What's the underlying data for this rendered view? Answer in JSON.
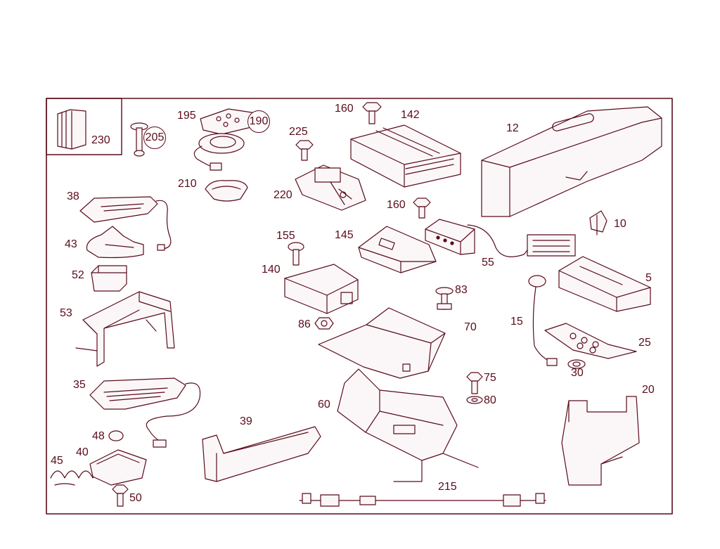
{
  "colors": {
    "line": "#5a0b1a",
    "background": "#ffffff"
  },
  "parts": [
    {
      "key": "p230",
      "number": "230",
      "circled": false
    },
    {
      "key": "p205",
      "number": "205",
      "circled": true
    },
    {
      "key": "p195",
      "number": "195",
      "circled": false
    },
    {
      "key": "p190",
      "number": "190",
      "circled": true
    },
    {
      "key": "p210",
      "number": "210",
      "circled": false
    },
    {
      "key": "p160a",
      "number": "160",
      "circled": false
    },
    {
      "key": "p142",
      "number": "142",
      "circled": false
    },
    {
      "key": "p225",
      "number": "225",
      "circled": false
    },
    {
      "key": "p220",
      "number": "220",
      "circled": false
    },
    {
      "key": "p12",
      "number": "12",
      "circled": false
    },
    {
      "key": "p160b",
      "number": "160",
      "circled": false
    },
    {
      "key": "p38",
      "number": "38",
      "circled": false
    },
    {
      "key": "p43",
      "number": "43",
      "circled": false
    },
    {
      "key": "p155",
      "number": "155",
      "circled": false
    },
    {
      "key": "p145",
      "number": "145",
      "circled": false
    },
    {
      "key": "p10",
      "number": "10",
      "circled": false
    },
    {
      "key": "p55",
      "number": "55",
      "circled": false
    },
    {
      "key": "p140",
      "number": "140",
      "circled": false
    },
    {
      "key": "p52",
      "number": "52",
      "circled": false
    },
    {
      "key": "p5",
      "number": "5",
      "circled": false
    },
    {
      "key": "p83",
      "number": "83",
      "circled": false
    },
    {
      "key": "p53",
      "number": "53",
      "circled": false
    },
    {
      "key": "p15",
      "number": "15",
      "circled": false
    },
    {
      "key": "p86",
      "number": "86",
      "circled": false
    },
    {
      "key": "p70",
      "number": "70",
      "circled": false
    },
    {
      "key": "p25",
      "number": "25",
      "circled": false
    },
    {
      "key": "p30",
      "number": "30",
      "circled": false
    },
    {
      "key": "p35",
      "number": "35",
      "circled": false
    },
    {
      "key": "p75",
      "number": "75",
      "circled": false
    },
    {
      "key": "p20",
      "number": "20",
      "circled": false
    },
    {
      "key": "p60",
      "number": "60",
      "circled": false
    },
    {
      "key": "p80",
      "number": "80",
      "circled": false
    },
    {
      "key": "p39",
      "number": "39",
      "circled": false
    },
    {
      "key": "p48",
      "number": "48",
      "circled": false
    },
    {
      "key": "p45",
      "number": "45",
      "circled": false
    },
    {
      "key": "p40",
      "number": "40",
      "circled": false
    },
    {
      "key": "p215",
      "number": "215",
      "circled": false
    },
    {
      "key": "p50",
      "number": "50",
      "circled": false
    }
  ]
}
